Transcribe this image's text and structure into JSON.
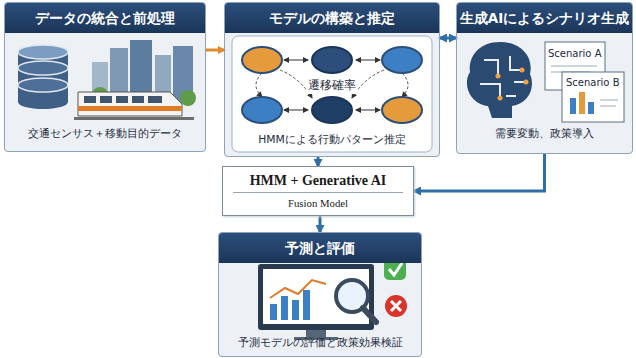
{
  "diagram": {
    "nodes": [
      {
        "text": [
          "データの統合と前処理",
          "交通センサス＋移動目的データ"
        ]
      },
      {
        "text": [
          "モデルの構築と推定",
          "HMMによる行動パターン推定"
        ]
      },
      {
        "text": [
          "生成AIによるシナリオ生成",
          "需要変動、政策導入"
        ]
      },
      {
        "text": [
          "HMM + Generative AI",
          "Fusion Model"
        ]
      },
      {
        "text": [
          "予測と評価",
          "予測モデルの評価と政策効果検証"
        ]
      }
    ],
    "edges": [
      {
        "from": 0,
        "to": 1,
        "arrow": "to"
      },
      {
        "from": 1,
        "to": 2,
        "arrow": "both"
      },
      {
        "from": 1,
        "to": 3,
        "arrow": "to"
      },
      {
        "from": 2,
        "to": 3,
        "arrow": "to"
      },
      {
        "from": 3,
        "to": 4,
        "arrow": "to"
      }
    ],
    "labels": [
      "遷移確率",
      "Scenario A",
      "Scenario B"
    ]
  }
}
